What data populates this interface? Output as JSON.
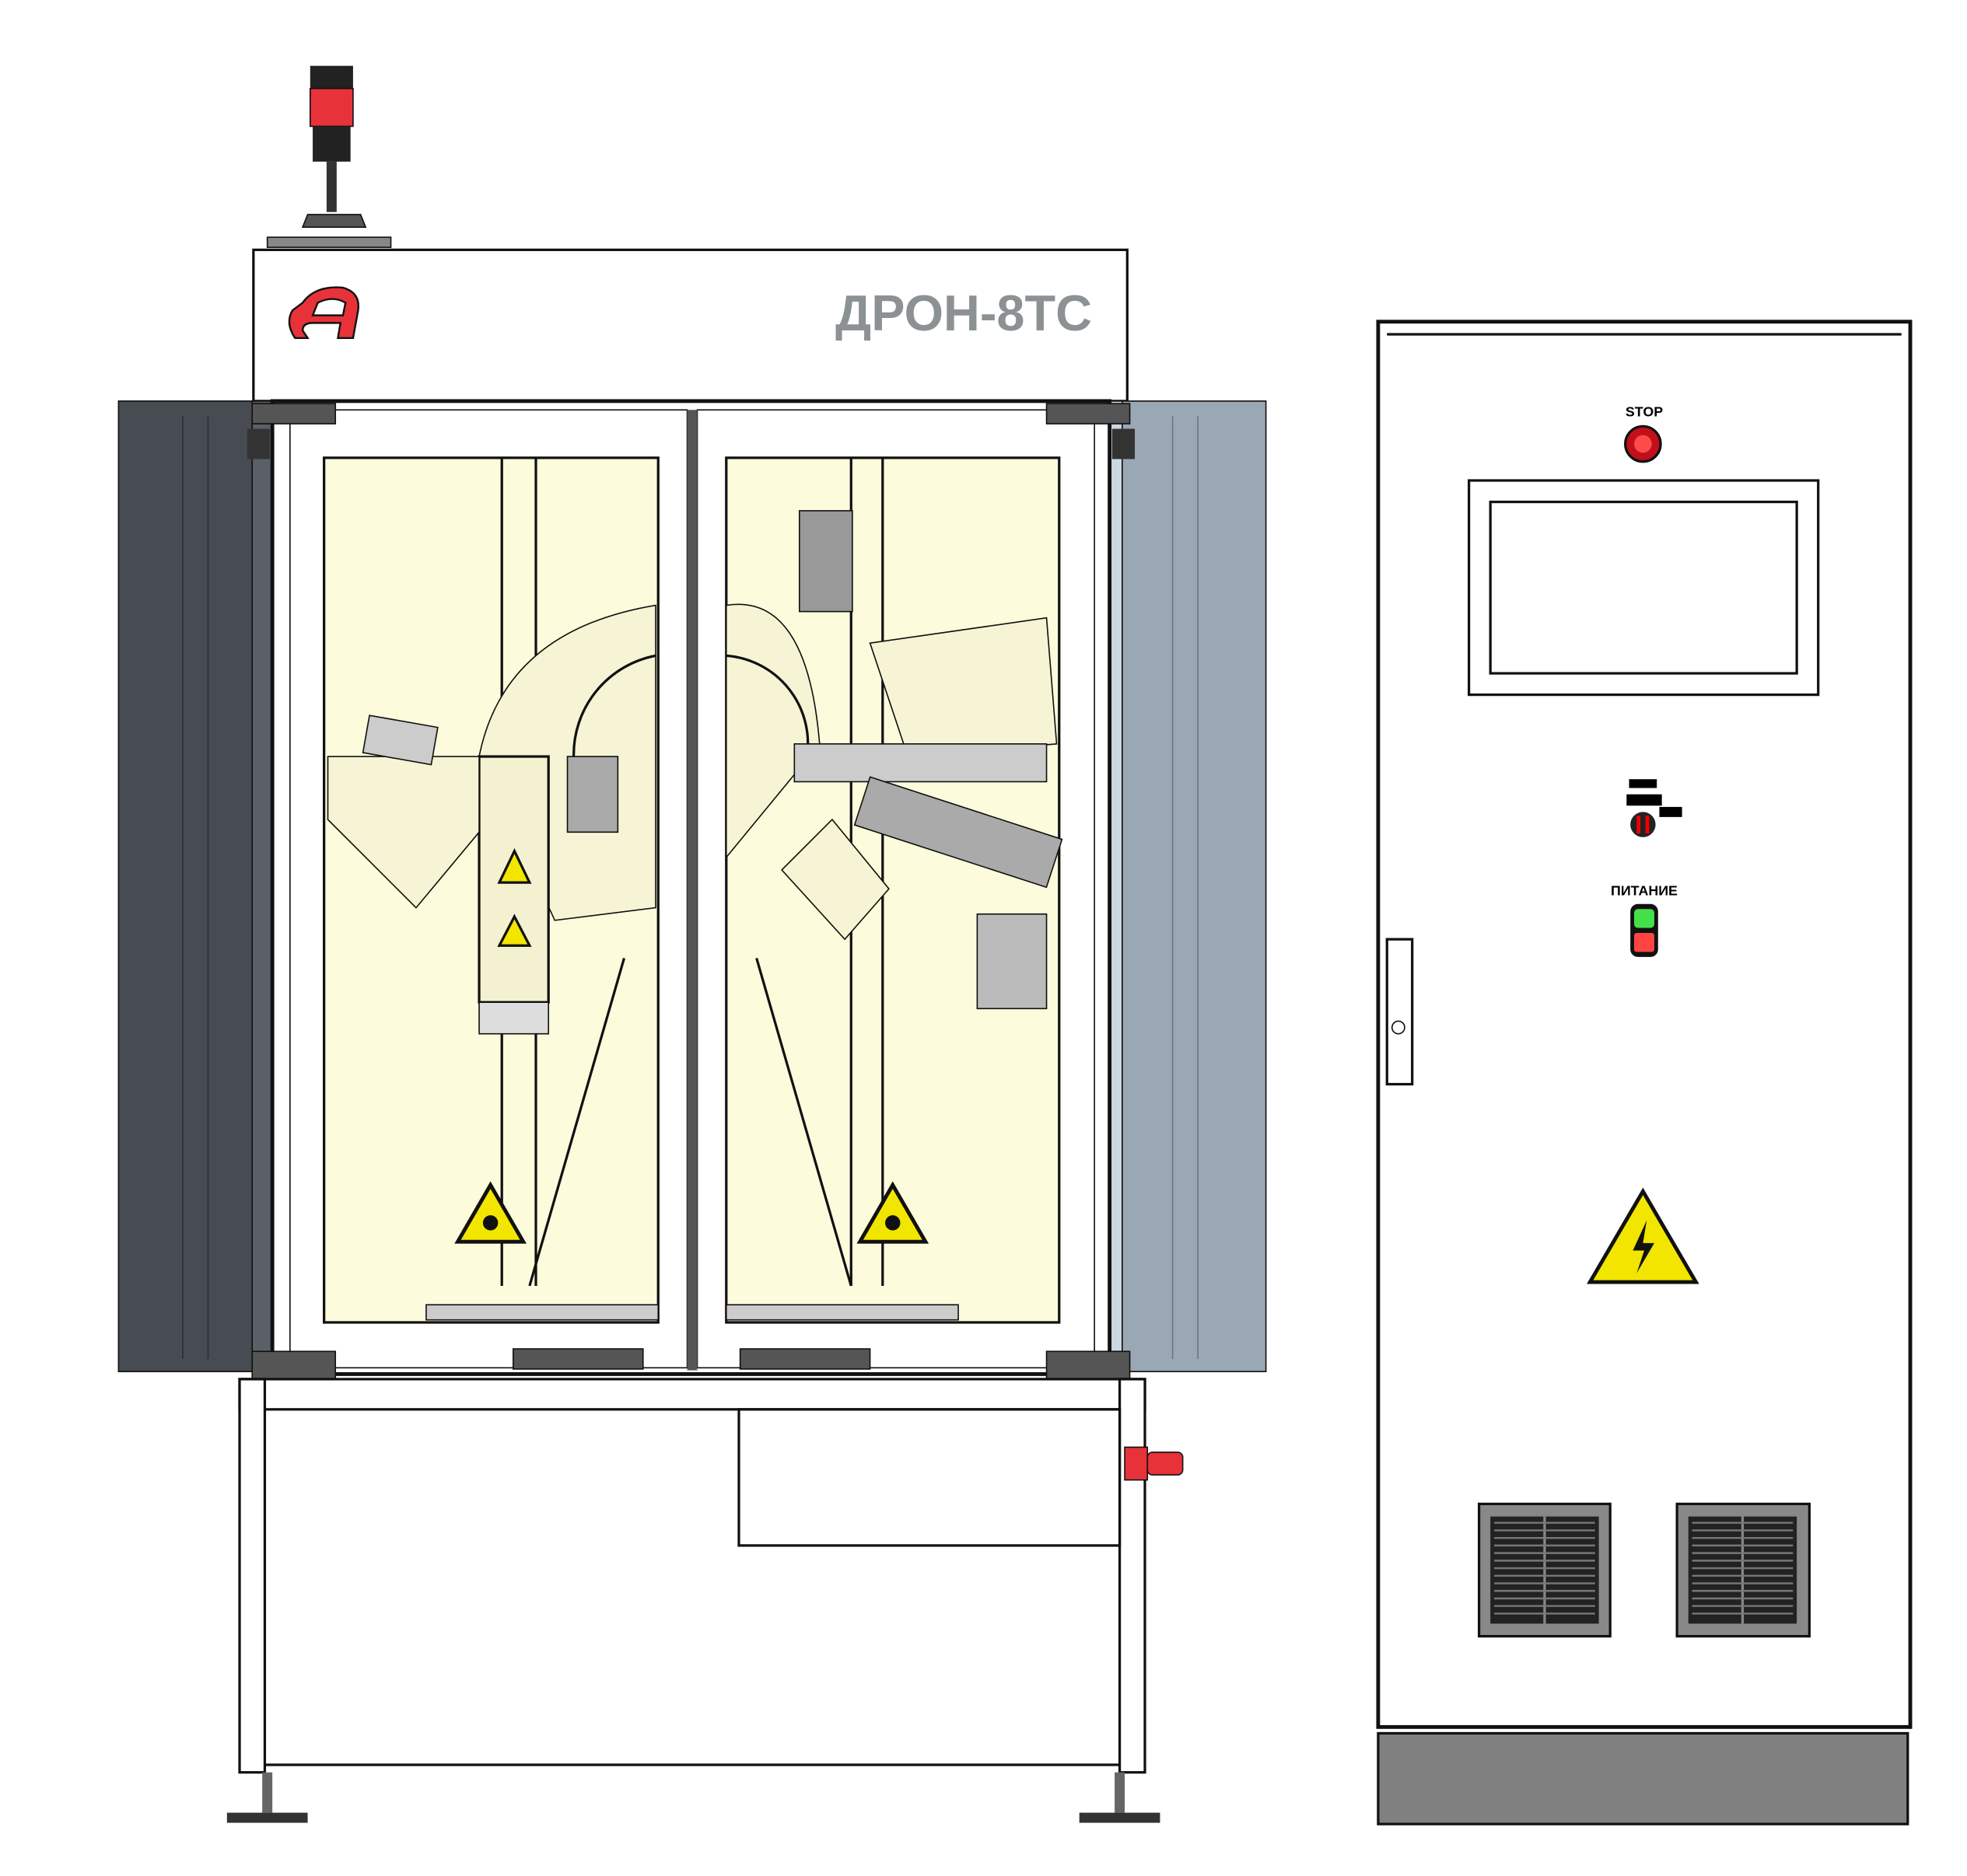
{
  "diffractometer": {
    "model_label": "ДРОН-8ТС",
    "logo": "red-stylized-a-logo"
  },
  "control_cabinet": {
    "stop_label": "STOP",
    "power_label": "ПИТАНИЕ"
  },
  "colors": {
    "chamber_background": "#fcfbdc",
    "side_panel_left": "#474c52",
    "side_panel_right": "#9aa7b4",
    "accent_red": "#e8323a",
    "title_gray": "#8c9194",
    "power_green": "#44e04a",
    "warning_yellow": "#f2e600"
  }
}
